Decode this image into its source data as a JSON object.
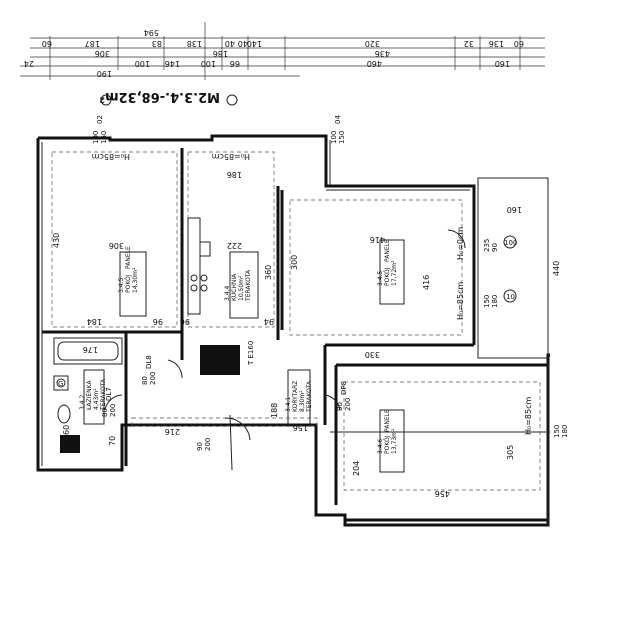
{
  "title": "M2.3.4.-68,32m²",
  "top_dims_row1": [
    "594"
  ],
  "top_dims_row2": [
    "187",
    "83",
    "138",
    "140",
    "320"
  ],
  "top_dims_row3": [
    "60",
    "40",
    "40",
    "32",
    "136",
    "60"
  ],
  "top_dims_row4": [
    "306",
    "186",
    "436"
  ],
  "top_dims_row5": [
    "24",
    "100",
    "146",
    "100",
    "66",
    "460",
    "160"
  ],
  "top_dims_row6": [
    "190"
  ],
  "window_tags": [
    {
      "top": "100",
      "bottom": "150",
      "code": "02"
    },
    {
      "top": "100",
      "bottom": "150",
      "code": "04"
    }
  ],
  "heights": [
    "H₀=85cm",
    "H₀=85cm",
    "H₀=0cm",
    "H₀=85cm",
    "H₀=85cm"
  ],
  "rooms": [
    {
      "num": "3.4.5",
      "name": "POKÓJ",
      "area": "14,30m²",
      "floor": "PANELE"
    },
    {
      "num": "3.4.4",
      "name": "KUCHNIA",
      "area": "10,50m²",
      "floor": "TERAKOTA"
    },
    {
      "num": "3.4.5",
      "name": "POKÓJ",
      "area": "17,72m²",
      "floor": "PANELE"
    },
    {
      "num": "3.4.2",
      "name": "ŁAZIENKA",
      "area": "4,43m²",
      "floor": "TERAKOTA"
    },
    {
      "num": "3.4.1",
      "name": "KORYTARZ",
      "area": "8,30m²",
      "floor": "TERAKOTA"
    },
    {
      "num": "3.4.6",
      "name": "POKÓJ",
      "area": "13,73m²",
      "floor": "PANELE"
    }
  ],
  "dims": {
    "d430": "430",
    "d306": "306",
    "d184": "184",
    "d96a": "96",
    "d96b": "96",
    "d186": "186",
    "d222": "222",
    "d360": "360",
    "d300": "300",
    "d416a": "416",
    "d416b": "416",
    "d94": "94",
    "d330": "330",
    "d160": "160",
    "d440": "440",
    "d176": "176",
    "d188": "188",
    "d156": "156",
    "d216": "216",
    "d204": "204",
    "d305": "305",
    "d456": "456",
    "d70": "70",
    "d160b": "160",
    "d60": "60"
  },
  "doors": [
    {
      "top": "80",
      "bottom": "200",
      "code": "DL8"
    },
    {
      "top": "80",
      "bottom": "200",
      "code": "DL7"
    },
    {
      "top": "90",
      "bottom": "200",
      "code": ""
    },
    {
      "top": "80",
      "bottom": "200",
      "code": "DP8"
    }
  ],
  "balcony_tags": [
    {
      "top": "235",
      "bottom": "90",
      "code": "100"
    },
    {
      "top": "150",
      "bottom": "180",
      "code": "10"
    },
    {
      "top": "150",
      "bottom": "180",
      "code": ""
    }
  ],
  "misc": {
    "t_160": "T E160",
    "kitchen_num": "80",
    "bath_box": "G",
    "s_e60": "E60"
  }
}
